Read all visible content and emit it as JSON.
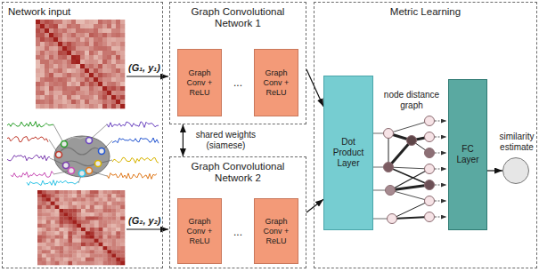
{
  "diagram": {
    "nodes": [
      {
        "text": [
          "Network input"
        ]
      },
      {
        "text": [
          "Graph Convolutional Network 1"
        ]
      },
      {
        "text": [
          "Graph Conv + ReLU"
        ],
        "in": 1
      },
      {
        "text": [
          "Graph Conv + ReLU"
        ],
        "in": 1
      },
      {
        "text": [
          "Graph Convolutional Network 2"
        ]
      },
      {
        "text": [
          "Graph Conv + ReLU"
        ],
        "in": 4
      },
      {
        "text": [
          "Graph Conv + ReLU"
        ],
        "in": 4
      },
      {
        "text": [
          "Metric Learning"
        ]
      },
      {
        "text": [
          "Dot Product Layer"
        ],
        "in": 7
      },
      {
        "text": [
          "FC Layer"
        ],
        "in": 7
      },
      {
        "text": [
          "similarity estimate"
        ],
        "in": 7
      }
    ],
    "edges": [
      {
        "from": 1,
        "to": 8,
        "arrow": "to"
      },
      {
        "from": 4,
        "to": 8,
        "arrow": "to"
      },
      {
        "from": 1,
        "to": 4,
        "label": "shared weights (siamese)",
        "arrow": "both"
      },
      {
        "from": 9,
        "to": 10,
        "arrow": "to"
      }
    ],
    "labels": [
      "(G₁, y₁)",
      "(G₂, y₂)",
      "...",
      "...",
      "node distance graph"
    ]
  }
}
